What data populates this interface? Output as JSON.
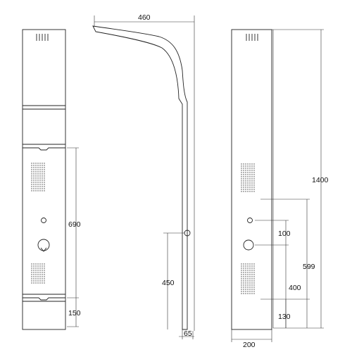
{
  "dimensions": {
    "arm_reach": "460",
    "total_height": "1400",
    "spray_zone_height": "690",
    "bottom_shelf_height": "150",
    "lower_outlet_height": "450",
    "profile_depth": "65",
    "panel_width": "200",
    "control_spacing": "100",
    "upper_control_height": "599",
    "lower_control_height": "400",
    "lower_jet_offset": "130"
  }
}
